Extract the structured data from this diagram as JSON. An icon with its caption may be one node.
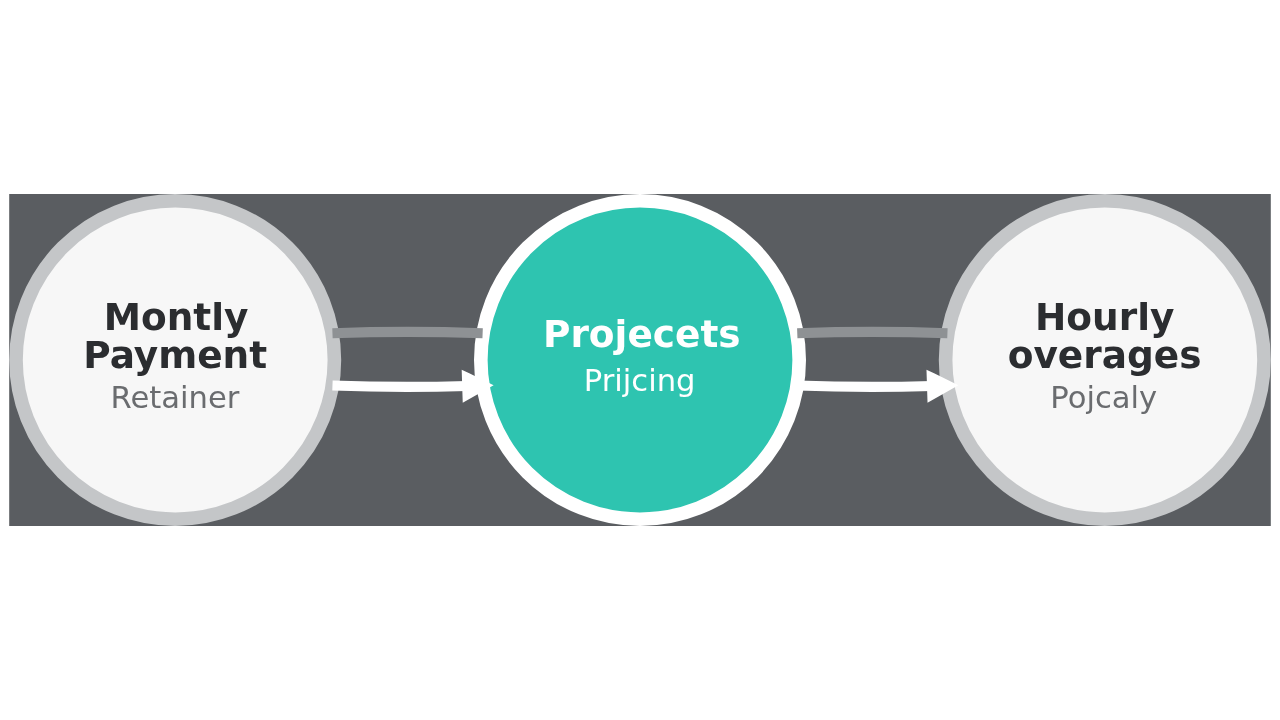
{
  "diagram": {
    "nodes": [
      {
        "text": [
          "Montly Payment",
          "Retainer"
        ]
      },
      {
        "text": [
          "Projecets",
          "Prijcing"
        ]
      },
      {
        "text": [
          "Hourly overages",
          "Pojcaly"
        ]
      }
    ],
    "edges": [
      {
        "from": 0,
        "to": 1,
        "arrow": "to"
      },
      {
        "from": 1,
        "to": 2,
        "arrow": "to"
      },
      {
        "from": 0,
        "to": 1,
        "arrow": "none",
        "color": "#8e9194"
      },
      {
        "from": 1,
        "to": 2,
        "arrow": "none",
        "color": "#8e9194"
      }
    ]
  }
}
